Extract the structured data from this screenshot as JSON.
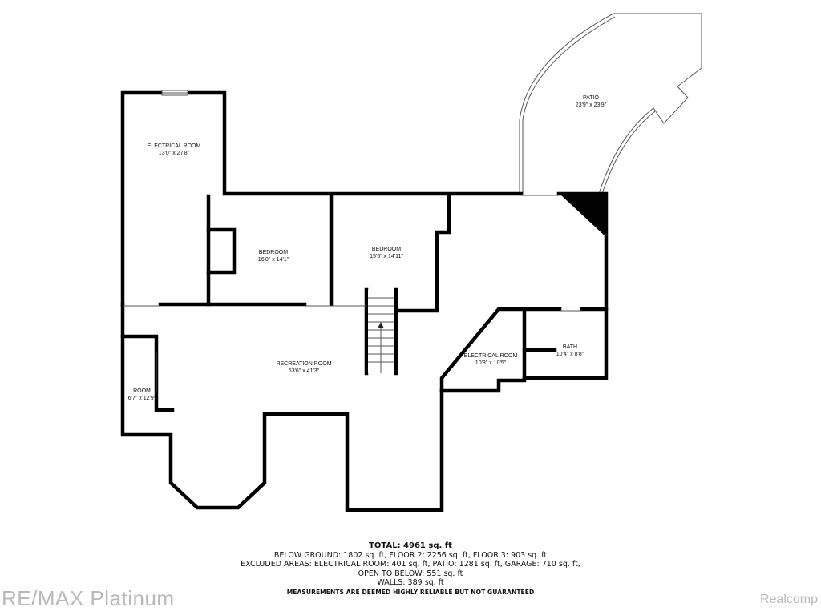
{
  "rooms": {
    "patio": {
      "name": "PATIO",
      "dims": "23'9\" x 23'9\""
    },
    "electrical_room_1": {
      "name": "ELECTRICAL ROOM",
      "dims": "13'0\" x 27'8\""
    },
    "bedroom_1": {
      "name": "BEDROOM",
      "dims": "16'0\" x 14'1\""
    },
    "bedroom_2": {
      "name": "BEDROOM",
      "dims": "15'5\" x 14'11\""
    },
    "recreation_room": {
      "name": "RECREATION ROOM",
      "dims": "63'6\" x 41'3\""
    },
    "room": {
      "name": "ROOM",
      "dims": "6'7\" x 12'9\""
    },
    "electrical_room_2": {
      "name": "ELECTRICAL ROOM",
      "dims": "10'8\" x 10'5\""
    },
    "bath": {
      "name": "BATH",
      "dims": "10'4\" x 8'8\""
    }
  },
  "summary": {
    "total": "TOTAL: 4961 sq. ft",
    "line1": "BELOW GROUND: 1802 sq. ft, FLOOR 2: 2256 sq. ft, FLOOR 3: 903 sq. ft",
    "line2": "EXCLUDED AREAS: ELECTRICAL ROOM: 401 sq. ft, PATIO: 1281 sq. ft, GARAGE: 710 sq. ft,",
    "line3": "OPEN TO BELOW: 551 sq. ft",
    "line4": "WALLS: 389 sq. ft",
    "disclaimer": "MEASUREMENTS ARE DEEMED HIGHLY RELIABLE BUT NOT GUARANTEED"
  },
  "branding": {
    "left": "RE/MAX Platinum",
    "right": "Realcomp"
  }
}
